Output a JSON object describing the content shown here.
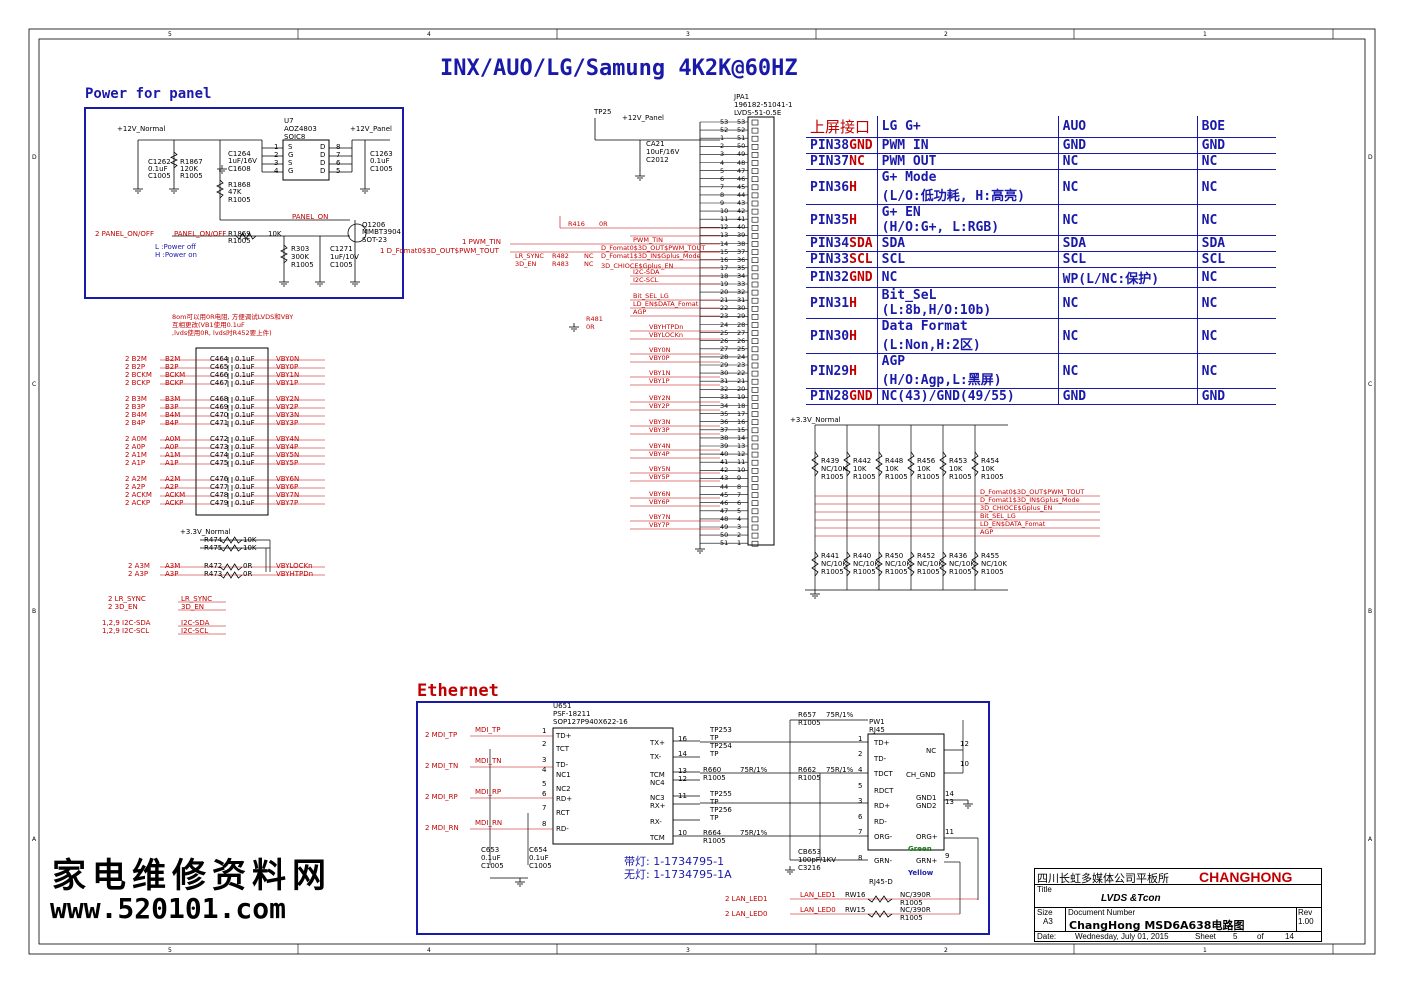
{
  "frame": {
    "top_zones": [
      "5",
      "4",
      "3",
      "2",
      "1"
    ],
    "bottom_zones": [
      "5",
      "4",
      "3",
      "2",
      "1"
    ],
    "side_zones": [
      "D",
      "C",
      "B",
      "A"
    ]
  },
  "title": "INX/AUO/LG/Samung 4K2K@60HZ",
  "power_section": {
    "title": "Power for panel",
    "labels": [
      "+12V_Normal",
      "U7",
      "AOZ4803",
      "SOIC8",
      "+12V_Panel",
      "C1262",
      "0.1uF",
      "C1005",
      "R1867",
      "120K",
      "R1005",
      "C1264",
      "1uF/16V",
      "C1608",
      "R1868",
      "47K",
      "R1005",
      "C1263",
      "0.1uF",
      "C1005",
      "PANEL_ON",
      "Q1206",
      "MMBT3904",
      "SOT-23",
      "PANEL_ON/OFF",
      "R1869",
      "10K",
      "R1005",
      "R303",
      "300K",
      "R1005",
      "C1271",
      "1uF/10V",
      "C1005"
    ],
    "ic_pins_left": [
      "1",
      "2",
      "3",
      "4"
    ],
    "ic_pins_right": [
      "8",
      "7",
      "6",
      "5"
    ],
    "ic_labels_left": [
      "S",
      "G",
      "S",
      "G"
    ],
    "ic_labels_right": [
      "D",
      "D",
      "D",
      "D"
    ],
    "ext_label": "2  PANEL_ON/OFF",
    "note": "L :Power off\nH :Power on"
  },
  "connector": {
    "labels": [
      "TP25",
      "+12V_Panel",
      "CA21",
      "10uF/16V",
      "C2012",
      "JPA1",
      "196182-51041-1",
      "LVDS-51-0.5E"
    ],
    "pins_left": [
      "53",
      "52",
      "1",
      "2",
      "3",
      "4",
      "5",
      "6",
      "7",
      "8",
      "9",
      "10",
      "11",
      "12",
      "13",
      "14",
      "15",
      "16",
      "17",
      "18",
      "19",
      "20",
      "21",
      "22",
      "23",
      "24",
      "25",
      "26",
      "27",
      "28",
      "29",
      "30",
      "31",
      "32",
      "33",
      "34",
      "35",
      "36",
      "37",
      "38",
      "39",
      "40",
      "41",
      "42",
      "43",
      "44",
      "45",
      "46",
      "47",
      "48",
      "49",
      "50",
      "51"
    ],
    "pins_right": [
      "53",
      "52",
      "51",
      "50",
      "49",
      "48",
      "47",
      "46",
      "45",
      "44",
      "43",
      "42",
      "41",
      "40",
      "39",
      "38",
      "37",
      "36",
      "35",
      "34",
      "33",
      "32",
      "31",
      "30",
      "29",
      "28",
      "27",
      "26",
      "25",
      "24",
      "23",
      "22",
      "21",
      "20",
      "19",
      "18",
      "17",
      "16",
      "15",
      "14",
      "13",
      "12",
      "11",
      "10",
      "9",
      "8",
      "7",
      "6",
      "5",
      "4",
      "3",
      "2",
      "1"
    ],
    "signals": [
      "R416",
      "0R",
      "PWM_TIN",
      "D_Fomat0$3D_OUT$PWM_TOUT",
      "3D_CHIOCE$Gplus_EN",
      "LR_SYNC",
      "R482",
      "NC",
      "D_Fomat1$3D_IN$Gplus_Mode",
      "3D_EN",
      "R483",
      "NC",
      "I2C-SDA",
      "I2C-SCL",
      "Bit_SEL_LG",
      "LD_EN$DATA_Fomat",
      "AGP",
      "R481",
      "0R",
      "VBYHTPDn",
      "VBYLOCKn",
      "VBY0N",
      "VBY0P",
      "VBY1N",
      "VBY1P",
      "VBY2N",
      "VBY2P",
      "VBY3N",
      "VBY3P",
      "VBY4N",
      "VBY4P",
      "VBY5N",
      "VBY5P",
      "VBY6N",
      "VBY6P",
      "VBY7N",
      "VBY7P"
    ],
    "ext_pwm": "1  PWM_TIN",
    "ext_pwm2": "1  D_Fomat0$3D_OUT$PWM_TOUT"
  },
  "pin_table": {
    "header": [
      "上屏接口",
      "LG G+",
      "AUO",
      "BOE"
    ],
    "rows": [
      {
        "pin": "PIN38",
        "lvl": "GND",
        "desc": "PWM IN",
        "desc2": "",
        "auo": "GND",
        "boe": "GND"
      },
      {
        "pin": "PIN37",
        "lvl": "NC",
        "desc": "PWM OUT",
        "desc2": "",
        "auo": "NC",
        "boe": "NC"
      },
      {
        "pin": "PIN36",
        "lvl": "H",
        "desc": "G+ Mode",
        "desc2": "(L/O:低功耗, H:高亮)",
        "auo": "NC",
        "boe": "NC"
      },
      {
        "pin": "PIN35",
        "lvl": "H",
        "desc": "G+ EN",
        "desc2": "(H/O:G+, L:RGB)",
        "auo": "NC",
        "boe": "NC"
      },
      {
        "pin": "PIN34",
        "lvl": "SDA",
        "desc": "SDA",
        "desc2": "",
        "auo": "SDA",
        "boe": "SDA"
      },
      {
        "pin": "PIN33",
        "lvl": "SCL",
        "desc": "SCL",
        "desc2": "",
        "auo": "SCL",
        "boe": "SCL"
      },
      {
        "pin": "PIN32",
        "lvl": "GND",
        "desc": "NC",
        "desc2": "",
        "auo": "WP(L/NC:保护)",
        "boe": "NC"
      },
      {
        "pin": "PIN31",
        "lvl": "H",
        "desc": "Bit_SeL",
        "desc2": "(L:8b,H/O:10b)",
        "auo": "NC",
        "boe": "NC"
      },
      {
        "pin": "PIN30",
        "lvl": "H",
        "desc": "Data Format",
        "desc2": "(L:Non,H:2区)",
        "auo": "NC",
        "boe": "NC"
      },
      {
        "pin": "PIN29",
        "lvl": "H",
        "desc": "AGP",
        "desc2": "(H/O:Agp,L:黑屏)",
        "auo": "NC",
        "boe": "NC"
      },
      {
        "pin": "PIN28",
        "lvl": "GND",
        "desc": "NC(43)/GND(49/55)",
        "desc2": "",
        "auo": "GND",
        "boe": "GND"
      }
    ]
  },
  "resistor_bank": {
    "supply": "+3.3V_Normal",
    "top": [
      {
        "ref": "R439",
        "val": "NC/10K",
        "pkg": "R1005"
      },
      {
        "ref": "R442",
        "val": "10K",
        "pkg": "R1005"
      },
      {
        "ref": "R448",
        "val": "10K",
        "pkg": "R1005"
      },
      {
        "ref": "R456",
        "val": "10K",
        "pkg": "R1005"
      },
      {
        "ref": "R453",
        "val": "10K",
        "pkg": "R1005"
      },
      {
        "ref": "R454",
        "val": "10K",
        "pkg": "R1005"
      }
    ],
    "bottom": [
      {
        "ref": "R441",
        "val": "NC/10K",
        "pkg": "R1005"
      },
      {
        "ref": "R440",
        "val": "NC/10K",
        "pkg": "R1005"
      },
      {
        "ref": "R450",
        "val": "NC/10K",
        "pkg": "R1005"
      },
      {
        "ref": "R452",
        "val": "NC/10K",
        "pkg": "R1005"
      },
      {
        "ref": "R436",
        "val": "NC/10K",
        "pkg": "R1005"
      },
      {
        "ref": "R455",
        "val": "NC/10K",
        "pkg": "R1005"
      }
    ],
    "nets": [
      "D_Fomat0$3D_OUT$PWM_TOUT",
      "D_Fomat1$3D_IN$Gplus_Mode",
      "3D_CHIOCE$Gplus_EN",
      "Bit_SEL_LG",
      "LD_EN$DATA_Fomat",
      "AGP"
    ]
  },
  "vbyone": {
    "note": "8om可以用0R电阻, 方便调试LVDS和VBY\n互相更改(VB1使用0.1uF\n,lvds使用0R, lvds时R452要上件)",
    "caps": [
      {
        "ext": "2  B2M",
        "in": "B2M",
        "c": "C464",
        "v": "0.1uF",
        "out": "VBY0N"
      },
      {
        "ext": "2  B2P",
        "in": "B2P",
        "c": "C465",
        "v": "0.1uF",
        "out": "VBY0P"
      },
      {
        "ext": "2  BCKM",
        "in": "BCKM",
        "c": "C466",
        "v": "0.1uF",
        "out": "VBY1N"
      },
      {
        "ext": "2  BCKP",
        "in": "BCKP",
        "c": "C467",
        "v": "0.1uF",
        "out": "VBY1P"
      },
      {
        "ext": "2  B3M",
        "in": "B3M",
        "c": "C468",
        "v": "0.1uF",
        "out": "VBY2N"
      },
      {
        "ext": "2  B3P",
        "in": "B3P",
        "c": "C469",
        "v": "0.1uF",
        "out": "VBY2P"
      },
      {
        "ext": "2  B4M",
        "in": "B4M",
        "c": "C470",
        "v": "0.1uF",
        "out": "VBY3N"
      },
      {
        "ext": "2  B4P",
        "in": "B4P",
        "c": "C471",
        "v": "0.1uF",
        "out": "VBY3P"
      },
      {
        "ext": "2  A0M",
        "in": "A0M",
        "c": "C472",
        "v": "0.1uF",
        "out": "VBY4N"
      },
      {
        "ext": "2  A0P",
        "in": "A0P",
        "c": "C473",
        "v": "0.1uF",
        "out": "VBY4P"
      },
      {
        "ext": "2  A1M",
        "in": "A1M",
        "c": "C474",
        "v": "0.1uF",
        "out": "VBY5N"
      },
      {
        "ext": "2  A1P",
        "in": "A1P",
        "c": "C475",
        "v": "0.1uF",
        "out": "VBY5P"
      },
      {
        "ext": "2  A2M",
        "in": "A2M",
        "c": "C476",
        "v": "0.1uF",
        "out": "VBY6N"
      },
      {
        "ext": "2  A2P",
        "in": "A2P",
        "c": "C477",
        "v": "0.1uF",
        "out": "VBY6P"
      },
      {
        "ext": "2  ACKM",
        "in": "ACKM",
        "c": "C478",
        "v": "0.1uF",
        "out": "VBY7N"
      },
      {
        "ext": "2  ACKP",
        "in": "ACKP",
        "c": "C479",
        "v": "0.1uF",
        "out": "VBY7P"
      }
    ],
    "pull": {
      "supply": "+3.3V_Normal",
      "r1": "R474",
      "r1v": "10K",
      "r2": "R475",
      "r2v": "10K"
    },
    "locks": [
      {
        "ext": "2  A3M",
        "in": "A3M",
        "r": "R472",
        "v": "0R",
        "out": "VBYLOCKn"
      },
      {
        "ext": "2  A3P",
        "in": "A3P",
        "r": "R473",
        "v": "0R",
        "out": "VBYHTPDn"
      }
    ],
    "misc": [
      {
        "ext": "2  LR_SYNC",
        "in": "LR_SYNC"
      },
      {
        "ext": "2  3D_EN",
        "in": "3D_EN"
      },
      {
        "ext": "1,2,9  I2C-SDA",
        "in": "I2C-SDA"
      },
      {
        "ext": "1,2,9  I2C-SCL",
        "in": "I2C-SCL"
      }
    ]
  },
  "ethernet": {
    "title": "Ethernet",
    "xfmr": [
      "U651",
      "PSF-18211",
      "SOP127P940X622-16"
    ],
    "xfmr_pins_left": [
      "TD+",
      "TCT",
      "TD-",
      "NC1",
      "NC2",
      "RD+",
      "RCT",
      "RD-"
    ],
    "xfmr_pins_right": [
      "TX+",
      "TX-",
      "TCM",
      "NC4",
      "NC3",
      "RX+",
      "RX-",
      "TCM"
    ],
    "left_nums": [
      "1",
      "2",
      "3",
      "4",
      "5",
      "6",
      "7",
      "8"
    ],
    "right_nums": [
      "16",
      "14",
      "13",
      "12",
      "11",
      "10"
    ],
    "mdi": [
      {
        "ext": "2  MDI_TP",
        "net": "MDI_TP"
      },
      {
        "ext": "2  MDI_TN",
        "net": "MDI_TN"
      },
      {
        "ext": "2  MDI_RP",
        "net": "MDI_RP"
      },
      {
        "ext": "2  MDI_RN",
        "net": "MDI_RN"
      }
    ],
    "parts": [
      "C653",
      "0.1uF",
      "C1005",
      "C654",
      "0.1uF",
      "C1005",
      "TP253",
      "TP",
      "TP254",
      "TP",
      "TP255",
      "TP",
      "TP256",
      "TP",
      "R660",
      "75R/1%",
      "R1005",
      "R664",
      "75R/1%",
      "R1005",
      "R657",
      "75R/1%",
      "R1005",
      "R662",
      "75R/1%",
      "R1005",
      "CB653",
      "100pF/1KV",
      "C3216",
      "PW1",
      "RJ45",
      "RJ45-D"
    ],
    "rj_pins": [
      "TD+",
      "TD-",
      "TDCT",
      "RDCT",
      "RD+",
      "RD-",
      "ORG-",
      "GRN-",
      "NC",
      "CH_GND",
      "GND1",
      "GND2",
      "ORG+",
      "GRN+"
    ],
    "rj_nums": [
      "1",
      "2",
      "4",
      "5",
      "3",
      "6",
      "7",
      "8",
      "12",
      "10",
      "14",
      "13",
      "11",
      "9"
    ],
    "led_colors": [
      "Green",
      "Yellow"
    ],
    "note1": "带灯: 1-1734795-1",
    "note2": "无灯: 1-1734795-1A",
    "leds": [
      {
        "ext": "2  LAN_LED1",
        "net": "LAN_LED1",
        "r": "RW16",
        "v": "NC/390R",
        "p": "R1005"
      },
      {
        "ext": "2  LAN_LED0",
        "net": "LAN_LED0",
        "r": "RW15",
        "v": "NC/390R",
        "p": "R1005"
      }
    ]
  },
  "watermark": {
    "line1": "家电维修资料网",
    "line2": "www.520101.com"
  },
  "title_block": {
    "company": "四川长虹多媒体公司平板所",
    "brand": "CHANGHONG",
    "title_label": "Title",
    "title": "LVDS &Tcon",
    "size_label": "Size",
    "size": "A3",
    "docnum_label": "Document Number",
    "docnum": "ChangHong MSD6A638电路图",
    "rev_label": "Rev",
    "rev": "1.00",
    "date_label": "Date:",
    "date": "Wednesday, July 01, 2015",
    "sheet_label": "Sheet",
    "sheet": "5",
    "of_label": "of",
    "of": "14"
  }
}
